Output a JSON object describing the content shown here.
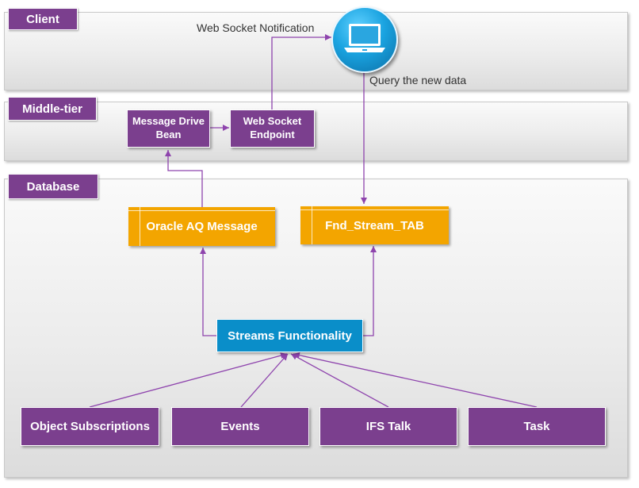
{
  "tiers": {
    "client": "Client",
    "middle": "Middle-tier",
    "database": "Database"
  },
  "notes": {
    "ws_notification": "Web Socket Notification",
    "query": "Query the new data"
  },
  "boxes": {
    "mdb_line1": "Message Drive",
    "mdb_line2": "Bean",
    "ws_line1": "Web Socket",
    "ws_line2": "Endpoint",
    "aq": "Oracle AQ Message",
    "fnd": "Fnd_Stream_TAB",
    "streams": "Streams Functionality"
  },
  "sources": {
    "object_subscriptions": "Object Subscriptions",
    "events": "Events",
    "ifs_talk": "IFS Talk",
    "task": "Task"
  },
  "icons": {
    "client": "laptop-icon"
  },
  "colors": {
    "purple": "#7b3f8e",
    "orange": "#f3a500",
    "blue": "#0a8ec9",
    "connector": "#8e44ad"
  }
}
